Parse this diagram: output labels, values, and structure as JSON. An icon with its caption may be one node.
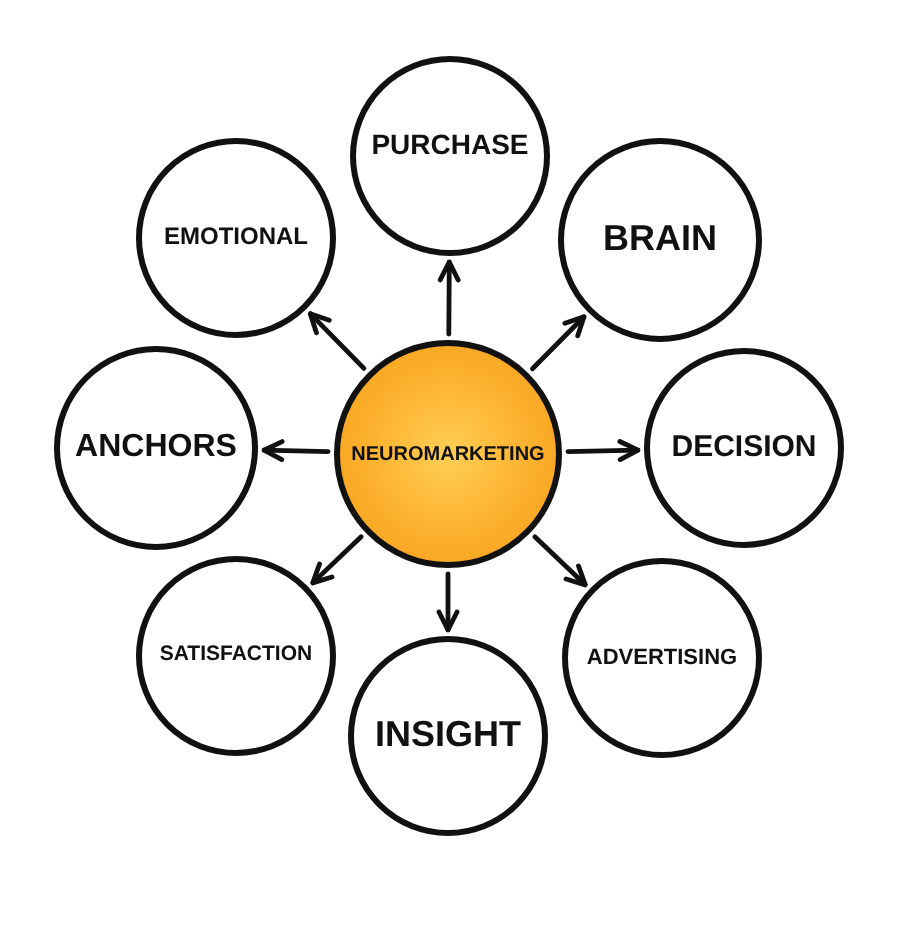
{
  "diagram": {
    "nodes": [
      {
        "text": [
          "NEUROMARKETING"
        ]
      },
      {
        "text": [
          "PURCHASE"
        ]
      },
      {
        "text": [
          "BRAIN"
        ]
      },
      {
        "text": [
          "DECISION"
        ]
      },
      {
        "text": [
          "ADVERTISING"
        ]
      },
      {
        "text": [
          "INSIGHT"
        ]
      },
      {
        "text": [
          "SATISFACTION"
        ]
      },
      {
        "text": [
          "ANCHORS"
        ]
      },
      {
        "text": [
          "EMOTIONAL"
        ]
      }
    ],
    "edges": [
      {
        "from": 0,
        "to": 1,
        "arrow": "to"
      },
      {
        "from": 0,
        "to": 2,
        "arrow": "to"
      },
      {
        "from": 0,
        "to": 3,
        "arrow": "to"
      },
      {
        "from": 0,
        "to": 4,
        "arrow": "to"
      },
      {
        "from": 0,
        "to": 5,
        "arrow": "to"
      },
      {
        "from": 0,
        "to": 6,
        "arrow": "to"
      },
      {
        "from": 0,
        "to": 7,
        "arrow": "to"
      },
      {
        "from": 0,
        "to": 8,
        "arrow": "to"
      }
    ]
  }
}
